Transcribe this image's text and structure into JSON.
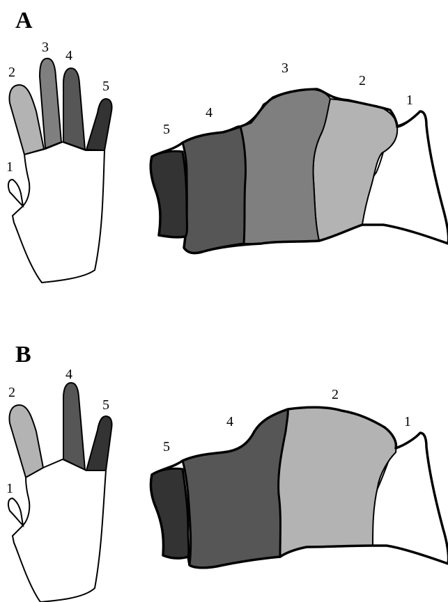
{
  "colors": {
    "digit_1": "#ffffff",
    "digit_2": "#b3b3b3",
    "digit_3": "#7f7f7f",
    "digit_4": "#565656",
    "digit_5": "#333333",
    "outline": "#000000"
  },
  "panels": [
    {
      "letter": "A",
      "hand_labels": [
        "1",
        "2",
        "3",
        "4",
        "5"
      ],
      "map_labels": [
        "5",
        "4",
        "3",
        "2",
        "1"
      ]
    },
    {
      "letter": "B",
      "hand_labels": [
        "1",
        "2",
        "4",
        "5"
      ],
      "map_labels": [
        "5",
        "4",
        "2",
        "1"
      ]
    }
  ]
}
